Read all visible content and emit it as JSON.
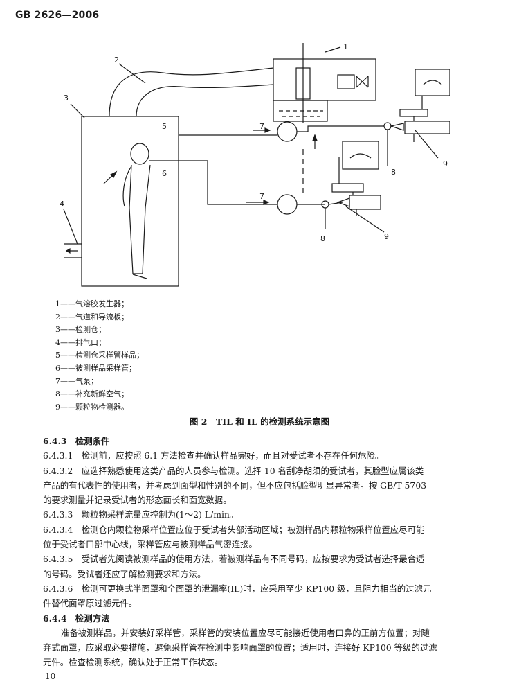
{
  "header": {
    "standard_code": "GB 2626—2006"
  },
  "figure": {
    "labels": [
      "1",
      "2",
      "3",
      "4",
      "5",
      "6",
      "7",
      "7",
      "8",
      "8",
      "9",
      "9"
    ],
    "legend": [
      "1——气溶胶发生器；",
      "2——气道和导流板；",
      "3——检测仓；",
      "4——排气口；",
      "5——检测仓采样管样品；",
      "6——被测样品采样管；",
      "7——气泵；",
      "8——补充新鲜空气；",
      "9——颗粒物检测器。"
    ],
    "caption": "图 2　TIL 和 IL 的检测系统示意图"
  },
  "body": {
    "heading_643": "6.4.3　检测条件",
    "p_6431": "6.4.3.1　检测前，应按照 6.1 方法检查并确认样品完好，而且对受试者不存在任何危险。",
    "p_6432a": "6.4.3.2　应选择熟悉使用这类产品的人员参与检测。选择 10 名刮净胡须的受试者，其脸型应属该类",
    "p_6432b": "产品的有代表性的使用者，并考虑到面型和性别的不同，但不应包括脸型明显异常者。按 GB/T 5703",
    "p_6432c": "的要求测量并记录受试者的形态面长和面宽数据。",
    "p_6433": "6.4.3.3　颗粒物采样流量应控制为(1～2) L/min。",
    "p_6434a": "6.4.3.4　检测仓内颗粒物采样位置应位于受试者头部活动区域；被测样品内颗粒物采样位置应尽可能",
    "p_6434b": "位于受试者口部中心线，采样管应与被测样品气密连接。",
    "p_6435a": "6.4.3.5　受试者先阅读被测样品的使用方法，若被测样品有不同号码，应按要求为受试者选择最合适",
    "p_6435b": "的号码。受试者还应了解检测要求和方法。",
    "p_6436a": "6.4.3.6　检测可更换式半面罩和全面罩的泄漏率(IL)时，应采用至少 KP100 级，且阻力相当的过滤元",
    "p_6436b": "件替代面罩原过滤元件。",
    "heading_644": "6.4.4　检测方法",
    "p_644a": "准备被测样品，并安装好采样管，采样管的安装位置应尽可能接近使用者口鼻的正前方位置；对随",
    "p_644b": "弃式面罩，应采取必要措施，避免采样管在检测中影响面罩的位置；适用时，连接好 KP100 等级的过滤",
    "p_644c": "元件。检查检测系统，确认处于正常工作状态。"
  },
  "footer": {
    "page_number": "10"
  }
}
